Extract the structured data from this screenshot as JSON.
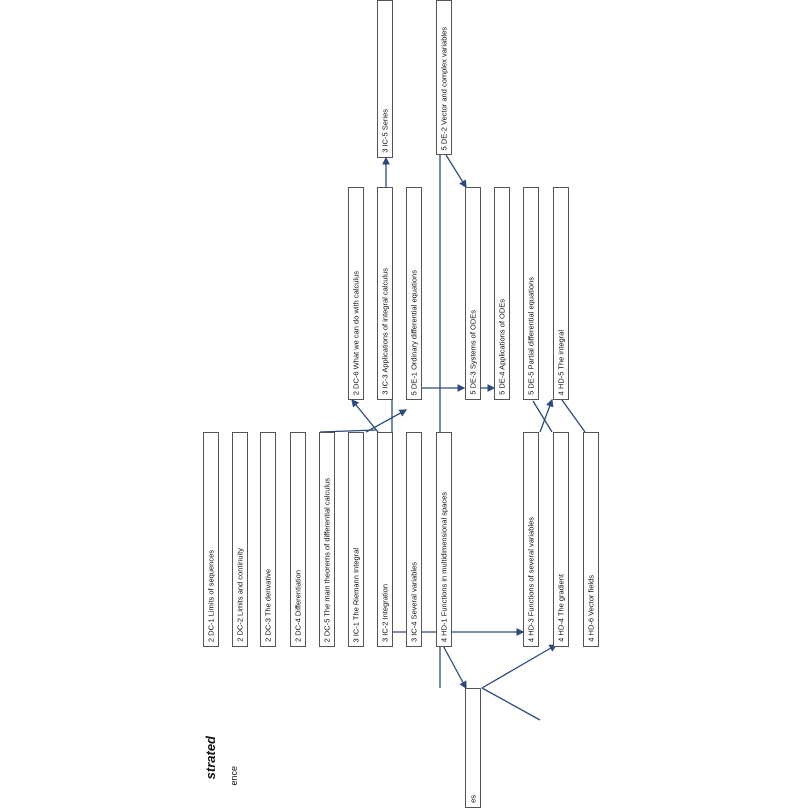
{
  "diagram": {
    "title_fragment": "strated",
    "subtitle_fragment": "ence",
    "bottom_box_fragment": "es",
    "nodes": {
      "dc1": "2 DC-1  Limits of sequences",
      "dc2": "2 DC-2  Limits and continuity",
      "dc3": "2 DC-3  The derivative",
      "dc4": "2 DC-4  Differentiation",
      "dc5": "2 DC-5 The main theorems of differential calculus",
      "ic1": "3 IC-1  The Riemann Integral",
      "ic2": "3 IC-2  Integration",
      "ic4": "3 IC-4  Several variables",
      "hd1": "4 HD-1  Functions in multidimensional spaces",
      "hd3": "4 HD-3  Functions of several variables",
      "hd4": "4 HD-4  The gradient",
      "hd6": "4 HD-6  Vector fields",
      "dc6": "2 DC-6  What we can do with calculus",
      "ic3": "3 IC-3  Applications of integral calculus",
      "de1": "5 DE-1  Ordinary differential equations",
      "de3": "5 DE-3  Systems of ODEs",
      "de4": "5 DE-4  Applications of ODEs",
      "de5": "5 DE-5  Partial differential equations",
      "hd5": "4 HD-5  The integral",
      "ic5": "3 IC-5  Series",
      "de2": "5 DE-2  Vector and complex variables"
    }
  }
}
